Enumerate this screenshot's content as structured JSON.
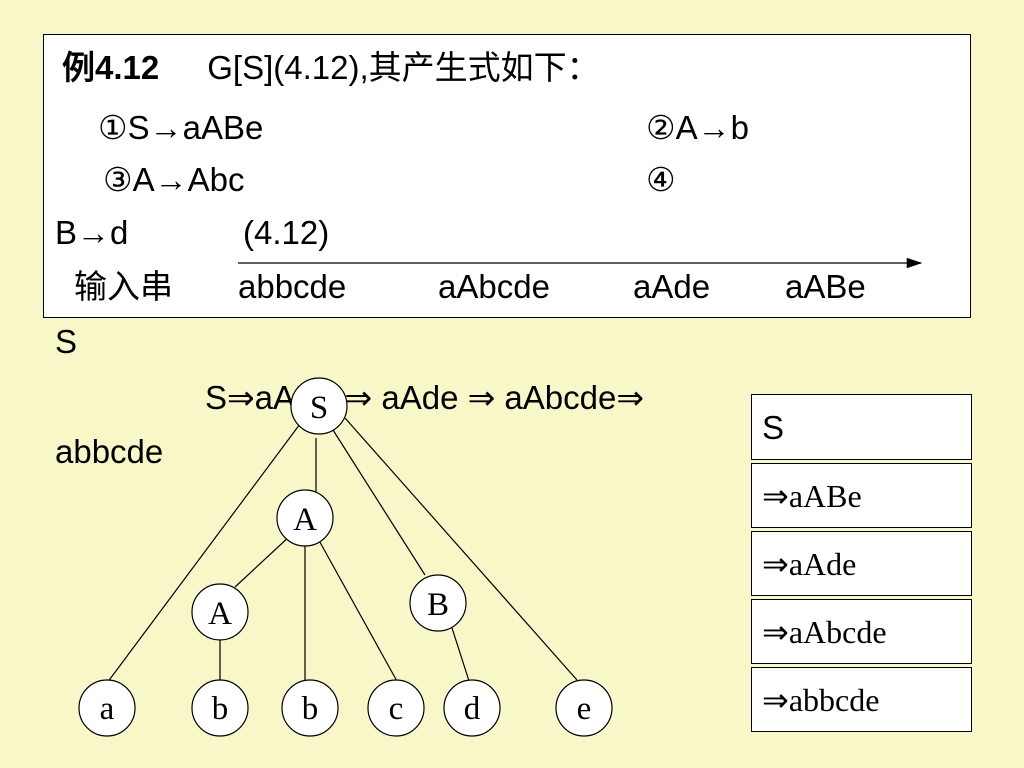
{
  "header": {
    "example": "例4.12",
    "grammar": "G[S](4.12),其产生式如下："
  },
  "productions": [
    "①S→aABe",
    "②A→b",
    "③A→Abc",
    "④",
    "B→d",
    "(4.12)"
  ],
  "input": {
    "label": "输入串",
    "steps": [
      "abbcde",
      "aAbcde",
      "aAde",
      "aABe",
      "S"
    ]
  },
  "derivation": {
    "line": "S⇒aABe ⇒ aAde ⇒ aAbcde⇒",
    "tail": "abbcde"
  },
  "tree": {
    "nodes": [
      "S",
      "A",
      "A",
      "B",
      "a",
      "b",
      "b",
      "c",
      "d",
      "e"
    ]
  },
  "table": [
    "S",
    "⇒aABe",
    "⇒aAde",
    "⇒aAbcde",
    "⇒abbcde"
  ]
}
